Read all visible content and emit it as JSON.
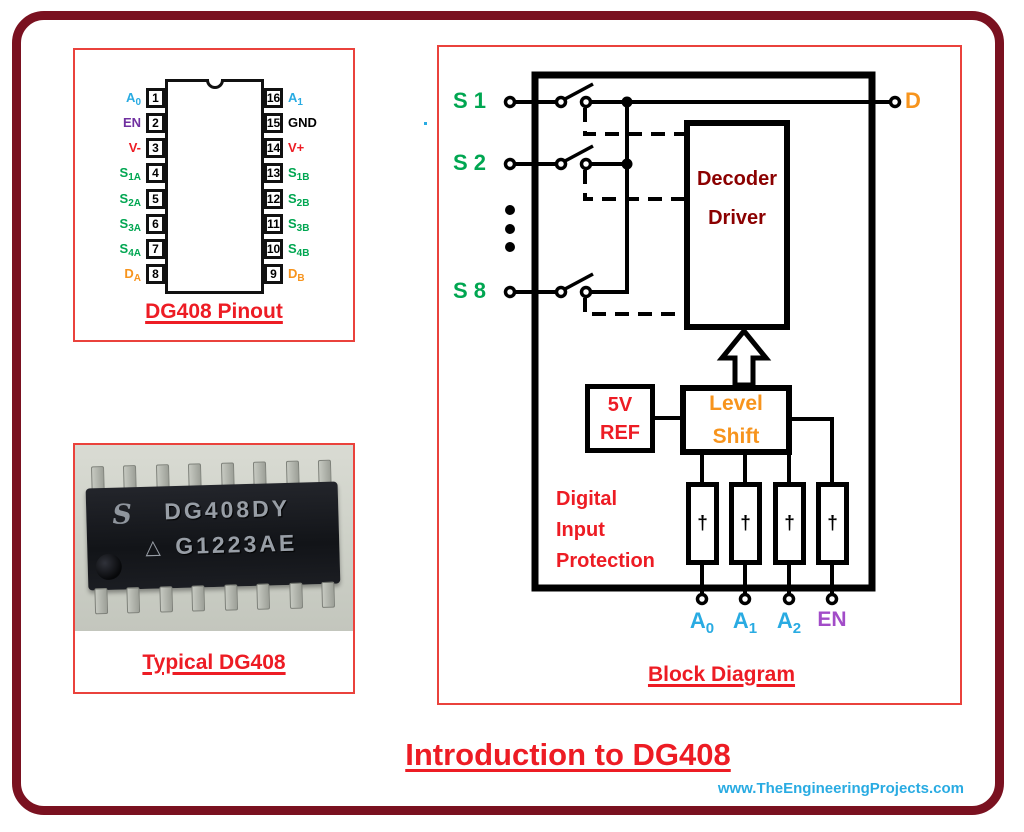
{
  "title": "Introduction to DG408",
  "watermark": "www.TheEngineeringProjects.com",
  "colors": {
    "frame_border": "#7A1120",
    "panel_border": "#EA423C",
    "red_text": "#ED1C24",
    "decoder_text": "#8B0000",
    "green": "#00A651",
    "blue": "#29ABE2",
    "purple_pinout": "#7030A0",
    "purple_enable": "#A24CC8",
    "orange": "#F7941D",
    "wire_black": "#000000"
  },
  "pinout": {
    "caption": "DG408 Pinout",
    "left_pins": [
      {
        "number": "1",
        "base": "A",
        "sub": "0",
        "color": "blue"
      },
      {
        "number": "2",
        "base": "EN",
        "sub": "",
        "color": "purple"
      },
      {
        "number": "3",
        "base": "V-",
        "sub": "",
        "color": "red"
      },
      {
        "number": "4",
        "base": "S",
        "sub": "1A",
        "color": "green"
      },
      {
        "number": "5",
        "base": "S",
        "sub": "2A",
        "color": "green"
      },
      {
        "number": "6",
        "base": "S",
        "sub": "3A",
        "color": "green"
      },
      {
        "number": "7",
        "base": "S",
        "sub": "4A",
        "color": "green"
      },
      {
        "number": "8",
        "base": "D",
        "sub": "A",
        "color": "orange"
      }
    ],
    "right_pins": [
      {
        "number": "16",
        "base": "A",
        "sub": "1",
        "color": "blue"
      },
      {
        "number": "15",
        "base": "GND",
        "sub": "",
        "color": "black"
      },
      {
        "number": "14",
        "base": "V+",
        "sub": "",
        "color": "red"
      },
      {
        "number": "13",
        "base": "S",
        "sub": "1B",
        "color": "green"
      },
      {
        "number": "12",
        "base": "S",
        "sub": "2B",
        "color": "green"
      },
      {
        "number": "11",
        "base": "S",
        "sub": "3B",
        "color": "green"
      },
      {
        "number": "10",
        "base": "S",
        "sub": "4B",
        "color": "green"
      },
      {
        "number": "9",
        "base": "D",
        "sub": "B",
        "color": "orange"
      }
    ]
  },
  "photo": {
    "caption": "Typical DG408",
    "logo": "S",
    "line1": "DG408DY",
    "triangle": "△",
    "line2": "G1223AE"
  },
  "block": {
    "caption": "Block Diagram",
    "inputs": [
      "S 1",
      "S 2",
      "S 8"
    ],
    "output": "D",
    "decoder": {
      "line1": "Decoder",
      "line2": "Driver"
    },
    "ref": {
      "line1": "5V",
      "line2": "REF"
    },
    "level": {
      "line1": "Level",
      "line2": "Shift"
    },
    "protection": {
      "line1": "Digital",
      "line2": "Input",
      "line3": "Protection",
      "symbol": "†"
    },
    "addresses": [
      {
        "base": "A",
        "sub": "0"
      },
      {
        "base": "A",
        "sub": "1"
      },
      {
        "base": "A",
        "sub": "2"
      }
    ],
    "enable": "EN"
  }
}
